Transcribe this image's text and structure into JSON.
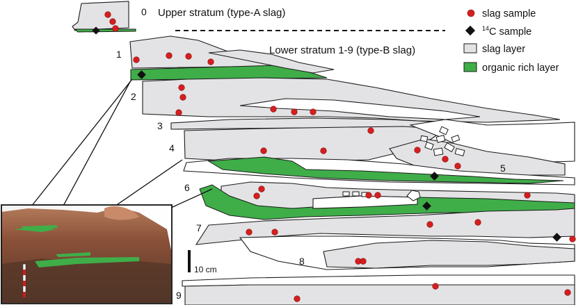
{
  "strata": {
    "upper": {
      "number": "0",
      "label": "Upper stratum (type-A slag)"
    },
    "lower": {
      "label": "Lower stratum 1-9 (type-B slag)"
    }
  },
  "layers": [
    "1",
    "2",
    "3",
    "4",
    "5",
    "6",
    "7",
    "8",
    "9"
  ],
  "legend": {
    "slag_sample": "slag sample",
    "c14_sample_sup": "14",
    "c14_sample_rest": "C sample",
    "slag_layer": "slag layer",
    "organic_layer": "organic rich layer"
  },
  "scale_bar": {
    "label": "10 cm"
  },
  "colors": {
    "slag_layer": "#e3e3e5",
    "organic_layer": "#3fae49",
    "slag_sample": "#d71e1e",
    "c14_sample": "#111111"
  }
}
